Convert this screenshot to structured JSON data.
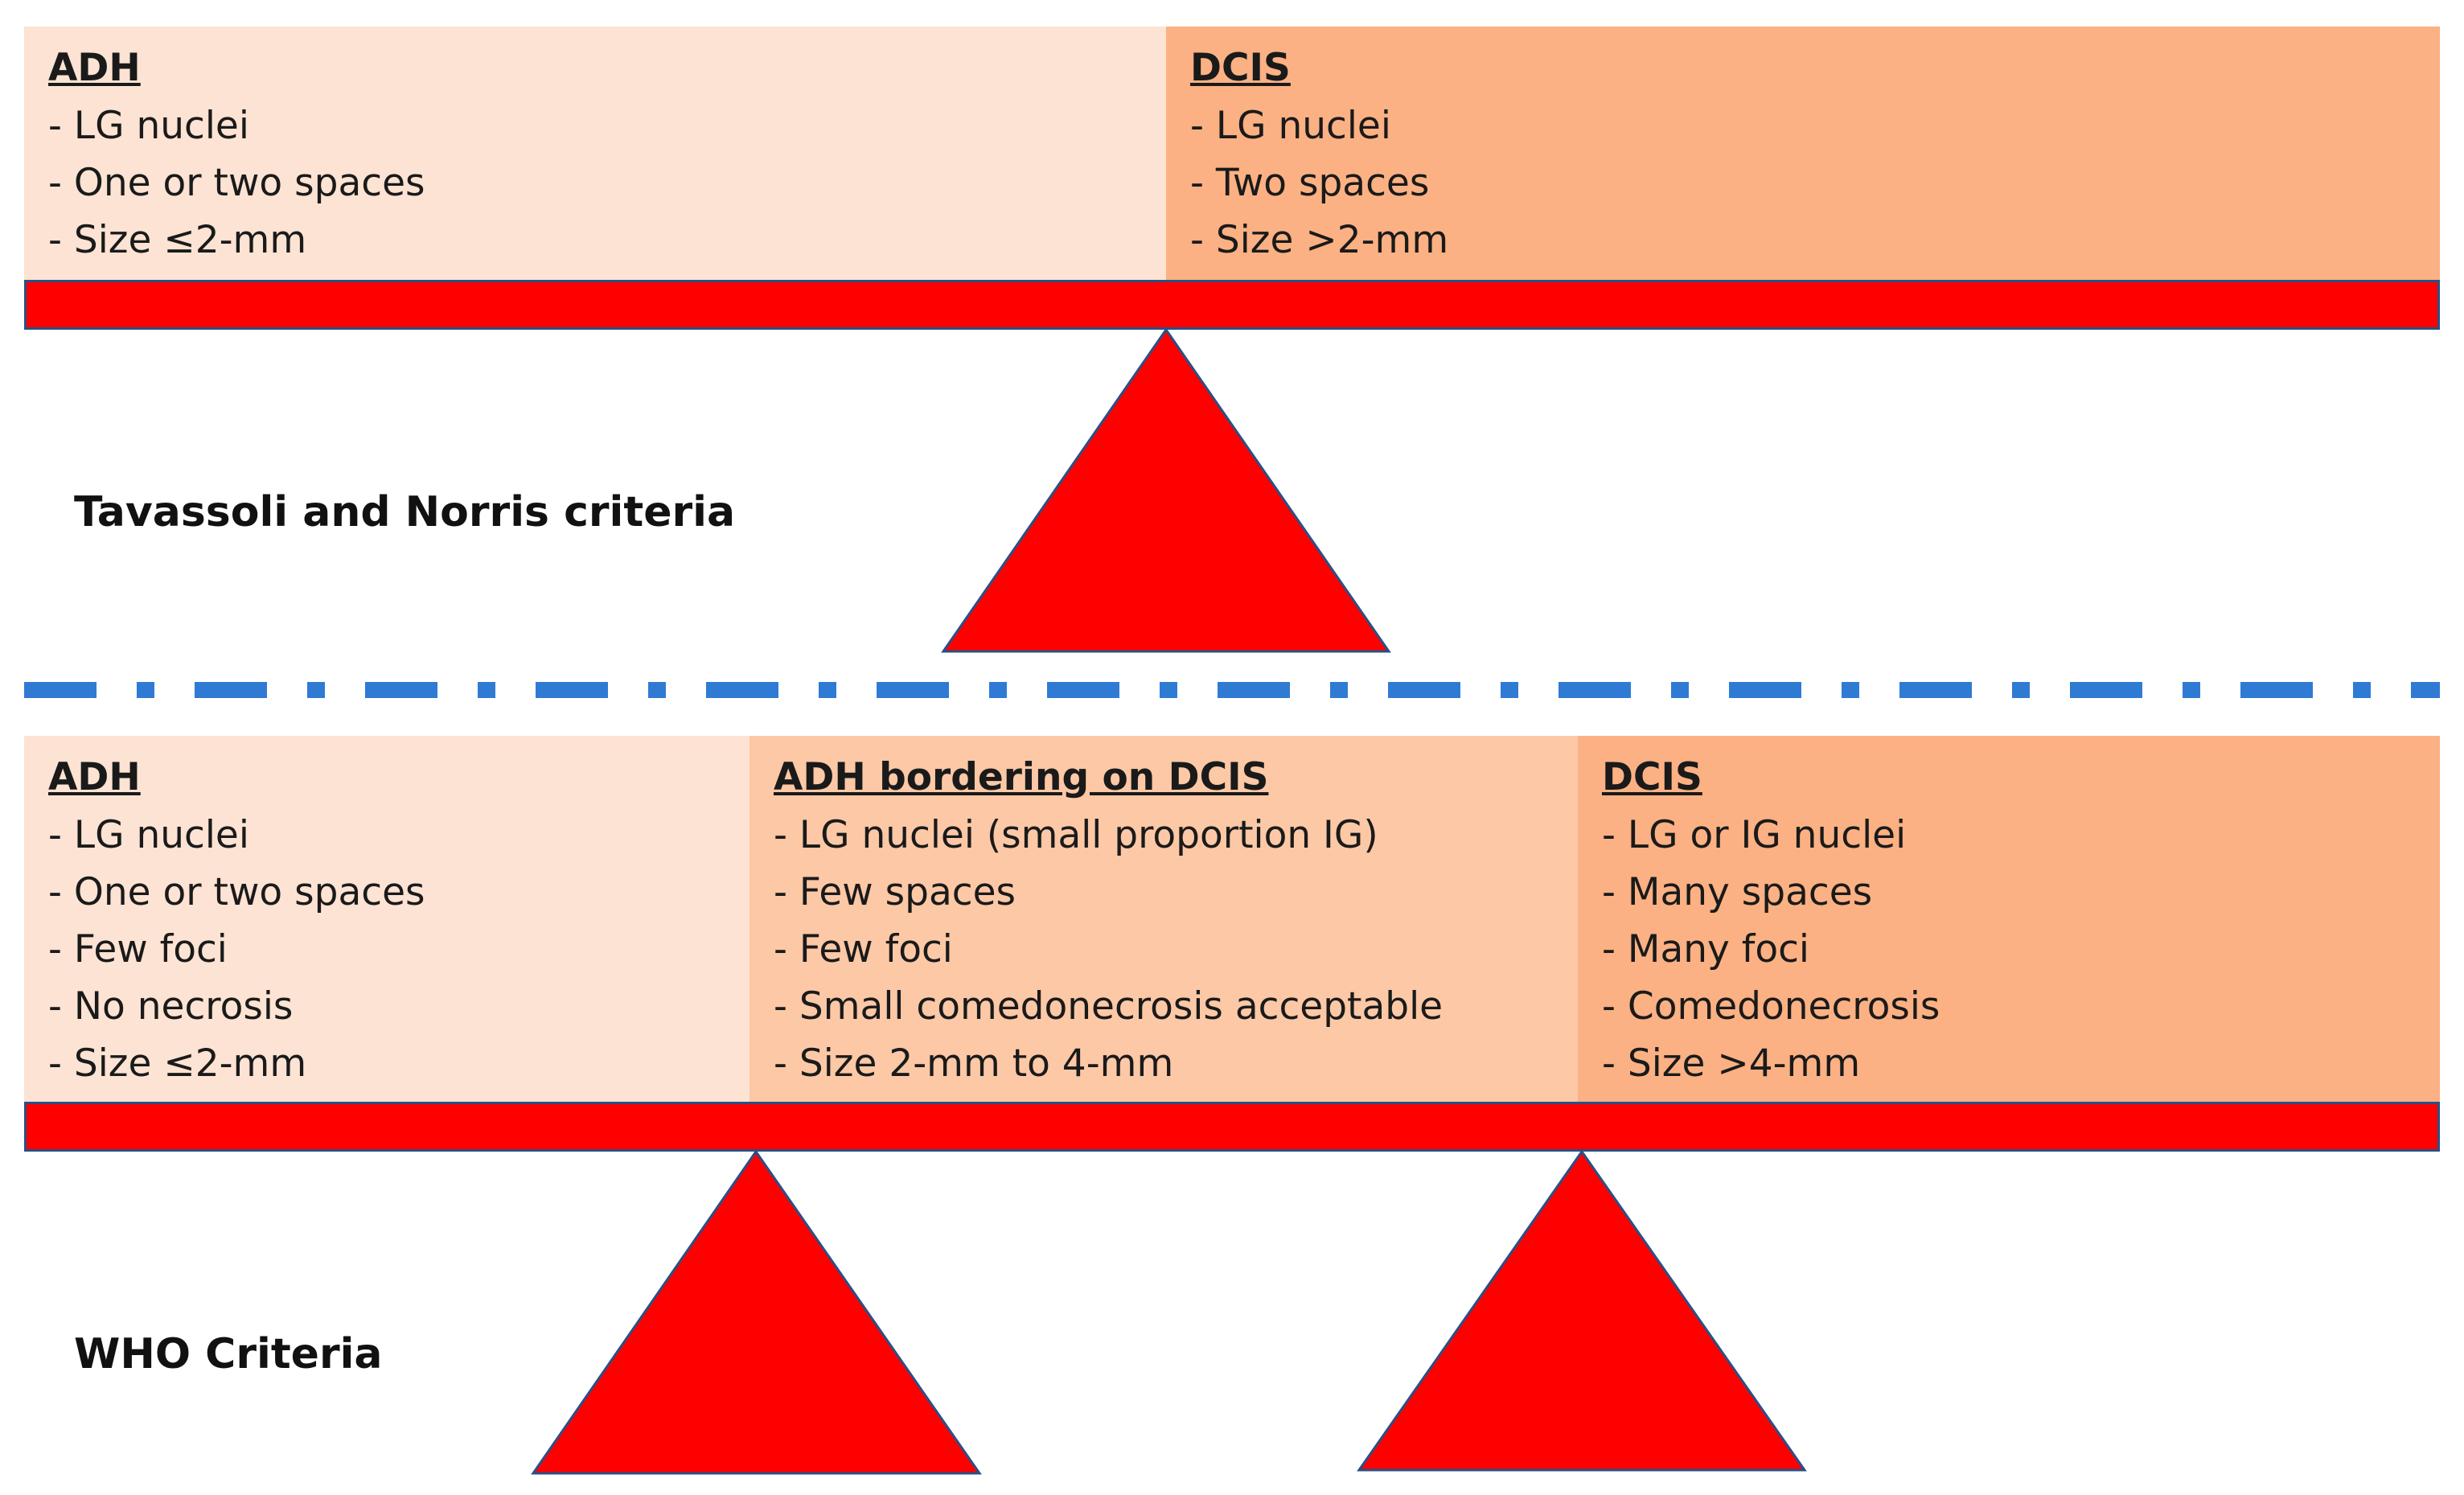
{
  "colors": {
    "light_fill": "#fde3d3",
    "mid_fill": "#fcc8a6",
    "dark_fill": "#fbb183",
    "beam": "#ff0000",
    "beam_border": "#2a4f86",
    "fulcrum": "#ff0000",
    "divider": "#2f7bd4"
  },
  "icons": {
    "fulcrum": "triangle",
    "divider": "dash-dot-line"
  },
  "top": {
    "label": "Tavassoli and Norris criteria",
    "boxes": [
      {
        "title": "ADH",
        "items": [
          "- LG nuclei",
          "- One or two spaces",
          "- Size ≤2-mm"
        ]
      },
      {
        "title": "DCIS",
        "items": [
          "- LG nuclei",
          "- Two spaces",
          "- Size >2-mm"
        ]
      }
    ]
  },
  "bottom": {
    "label": "WHO Criteria",
    "boxes": [
      {
        "title": "ADH",
        "items": [
          "- LG nuclei",
          "- One or two spaces",
          "- Few foci",
          "- No necrosis",
          "- Size ≤2-mm"
        ]
      },
      {
        "title": "ADH bordering on DCIS",
        "items": [
          "- LG nuclei (small proportion IG)",
          "- Few spaces",
          "- Few foci",
          "- Small comedonecrosis acceptable",
          "- Size 2-mm to 4-mm"
        ]
      },
      {
        "title": "DCIS",
        "items": [
          "- LG or IG nuclei",
          "- Many spaces",
          "- Many foci",
          "- Comedonecrosis",
          "- Size >4-mm"
        ]
      }
    ]
  }
}
